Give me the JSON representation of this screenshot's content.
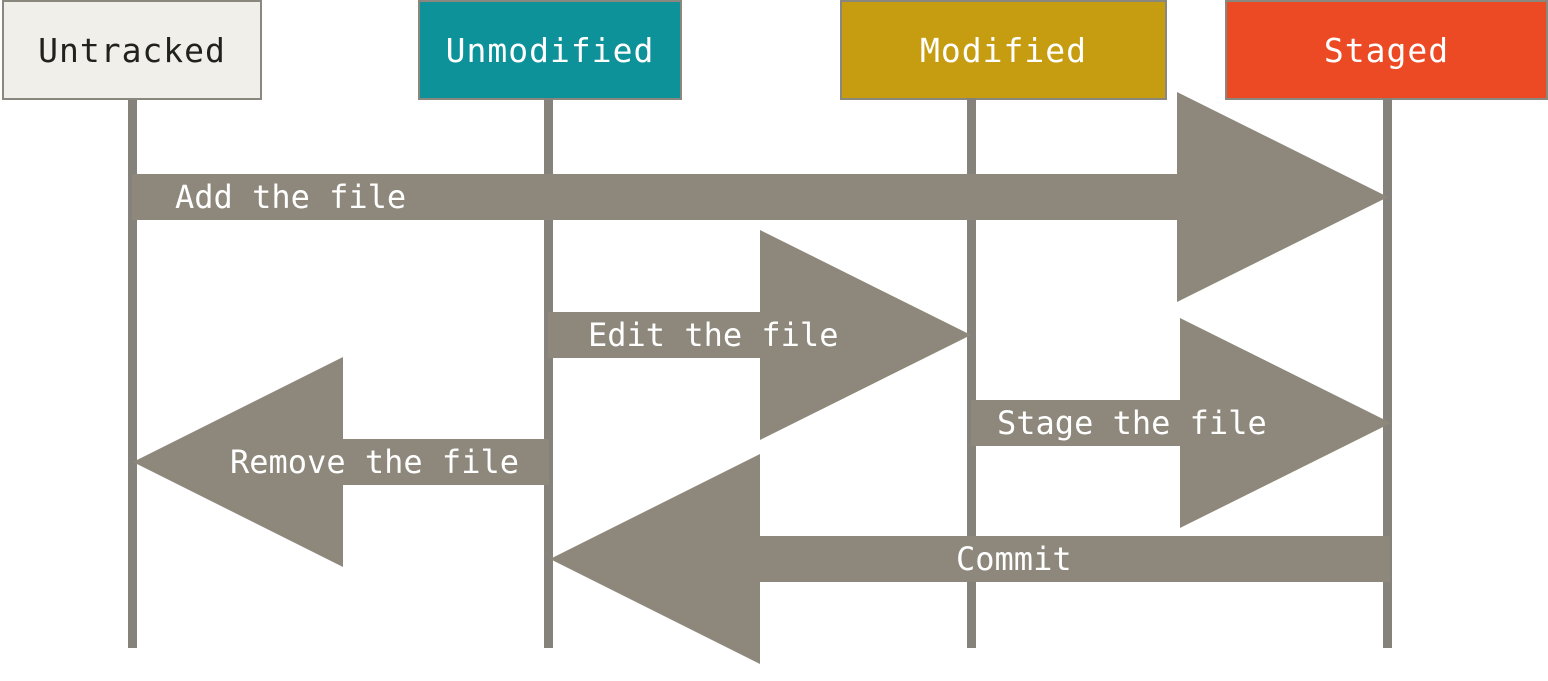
{
  "diagram": {
    "title": "Git file status lifecycle",
    "background_color": "#ffffff",
    "arrow_color": "#8d887b",
    "timeline_color": "#85827c",
    "arrow_label_color": "#ffffff"
  },
  "states": [
    {
      "id": "untracked",
      "label": "Untracked",
      "fill": "#f0efe9",
      "text_color": "#21211d"
    },
    {
      "id": "unmodified",
      "label": "Unmodified",
      "fill": "#0d929a",
      "text_color": "#ffffff"
    },
    {
      "id": "modified",
      "label": "Modified",
      "fill": "#c69d11",
      "text_color": "#ffffff"
    },
    {
      "id": "staged",
      "label": "Staged",
      "fill": "#ec4a24",
      "text_color": "#ffffff"
    }
  ],
  "transitions": [
    {
      "id": "add",
      "label": "Add the file",
      "from": "Untracked",
      "to": "Staged",
      "direction": "right"
    },
    {
      "id": "edit",
      "label": "Edit the file",
      "from": "Unmodified",
      "to": "Modified",
      "direction": "right"
    },
    {
      "id": "stage",
      "label": "Stage the file",
      "from": "Modified",
      "to": "Staged",
      "direction": "right"
    },
    {
      "id": "remove",
      "label": "Remove the file",
      "from": "Unmodified",
      "to": "Untracked",
      "direction": "left"
    },
    {
      "id": "commit",
      "label": "Commit",
      "from": "Staged",
      "to": "Unmodified",
      "direction": "left"
    }
  ]
}
